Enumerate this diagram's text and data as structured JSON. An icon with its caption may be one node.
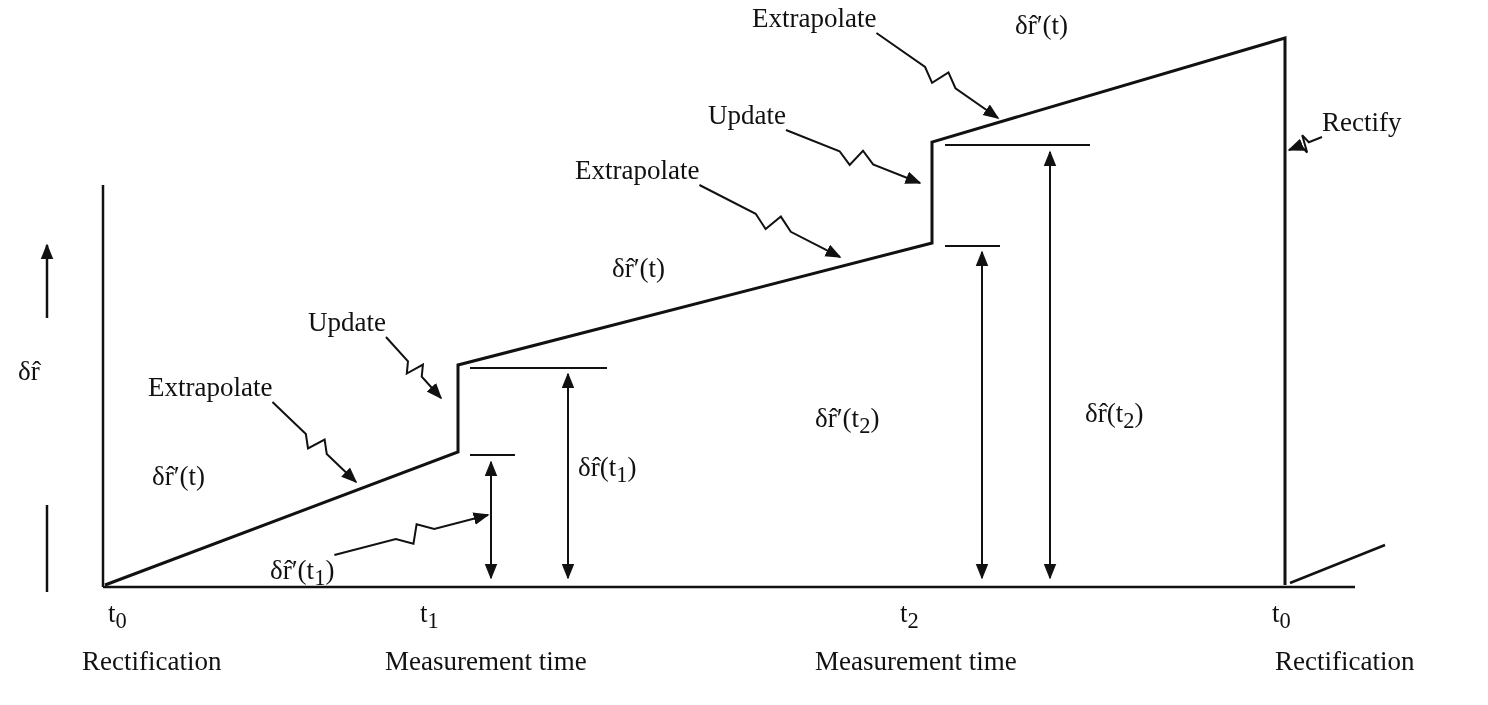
{
  "diagram": {
    "nodes": [
      {
        "text": [
          "Extrapolate"
        ]
      },
      {
        "text": [
          "Update"
        ]
      },
      {
        "text": [
          "Extrapolate"
        ]
      },
      {
        "text": [
          "Update"
        ]
      },
      {
        "text": [
          "Extrapolate"
        ]
      },
      {
        "text": [
          "Rectify"
        ]
      },
      {
        "text": [
          "δr̂′(t$_{1}$)"
        ]
      }
    ],
    "edges": [
      {
        "from": 0,
        "to": null,
        "arrow": "to"
      },
      {
        "from": 1,
        "to": null,
        "arrow": "to"
      },
      {
        "from": 2,
        "to": null,
        "arrow": "to"
      },
      {
        "from": 3,
        "to": null,
        "arrow": "to"
      },
      {
        "from": 4,
        "to": null,
        "arrow": "to"
      },
      {
        "from": 5,
        "to": null,
        "arrow": "to"
      },
      {
        "from": 6,
        "to": null,
        "arrow": "to"
      }
    ],
    "labels": [
      "δr̂′(t)",
      "δr̂′(t)",
      "δr̂",
      "δr̂′(t)",
      "δr̂(t$_{1}$)",
      "δr̂′(t$_{2}$)",
      "δr̂(t$_{2}$)",
      "t$_{0}$",
      "t$_{1}$",
      "t$_{2}$",
      "t$_{0}$",
      "Rectification",
      "Measurement time",
      "Measurement time",
      "Rectification"
    ]
  }
}
